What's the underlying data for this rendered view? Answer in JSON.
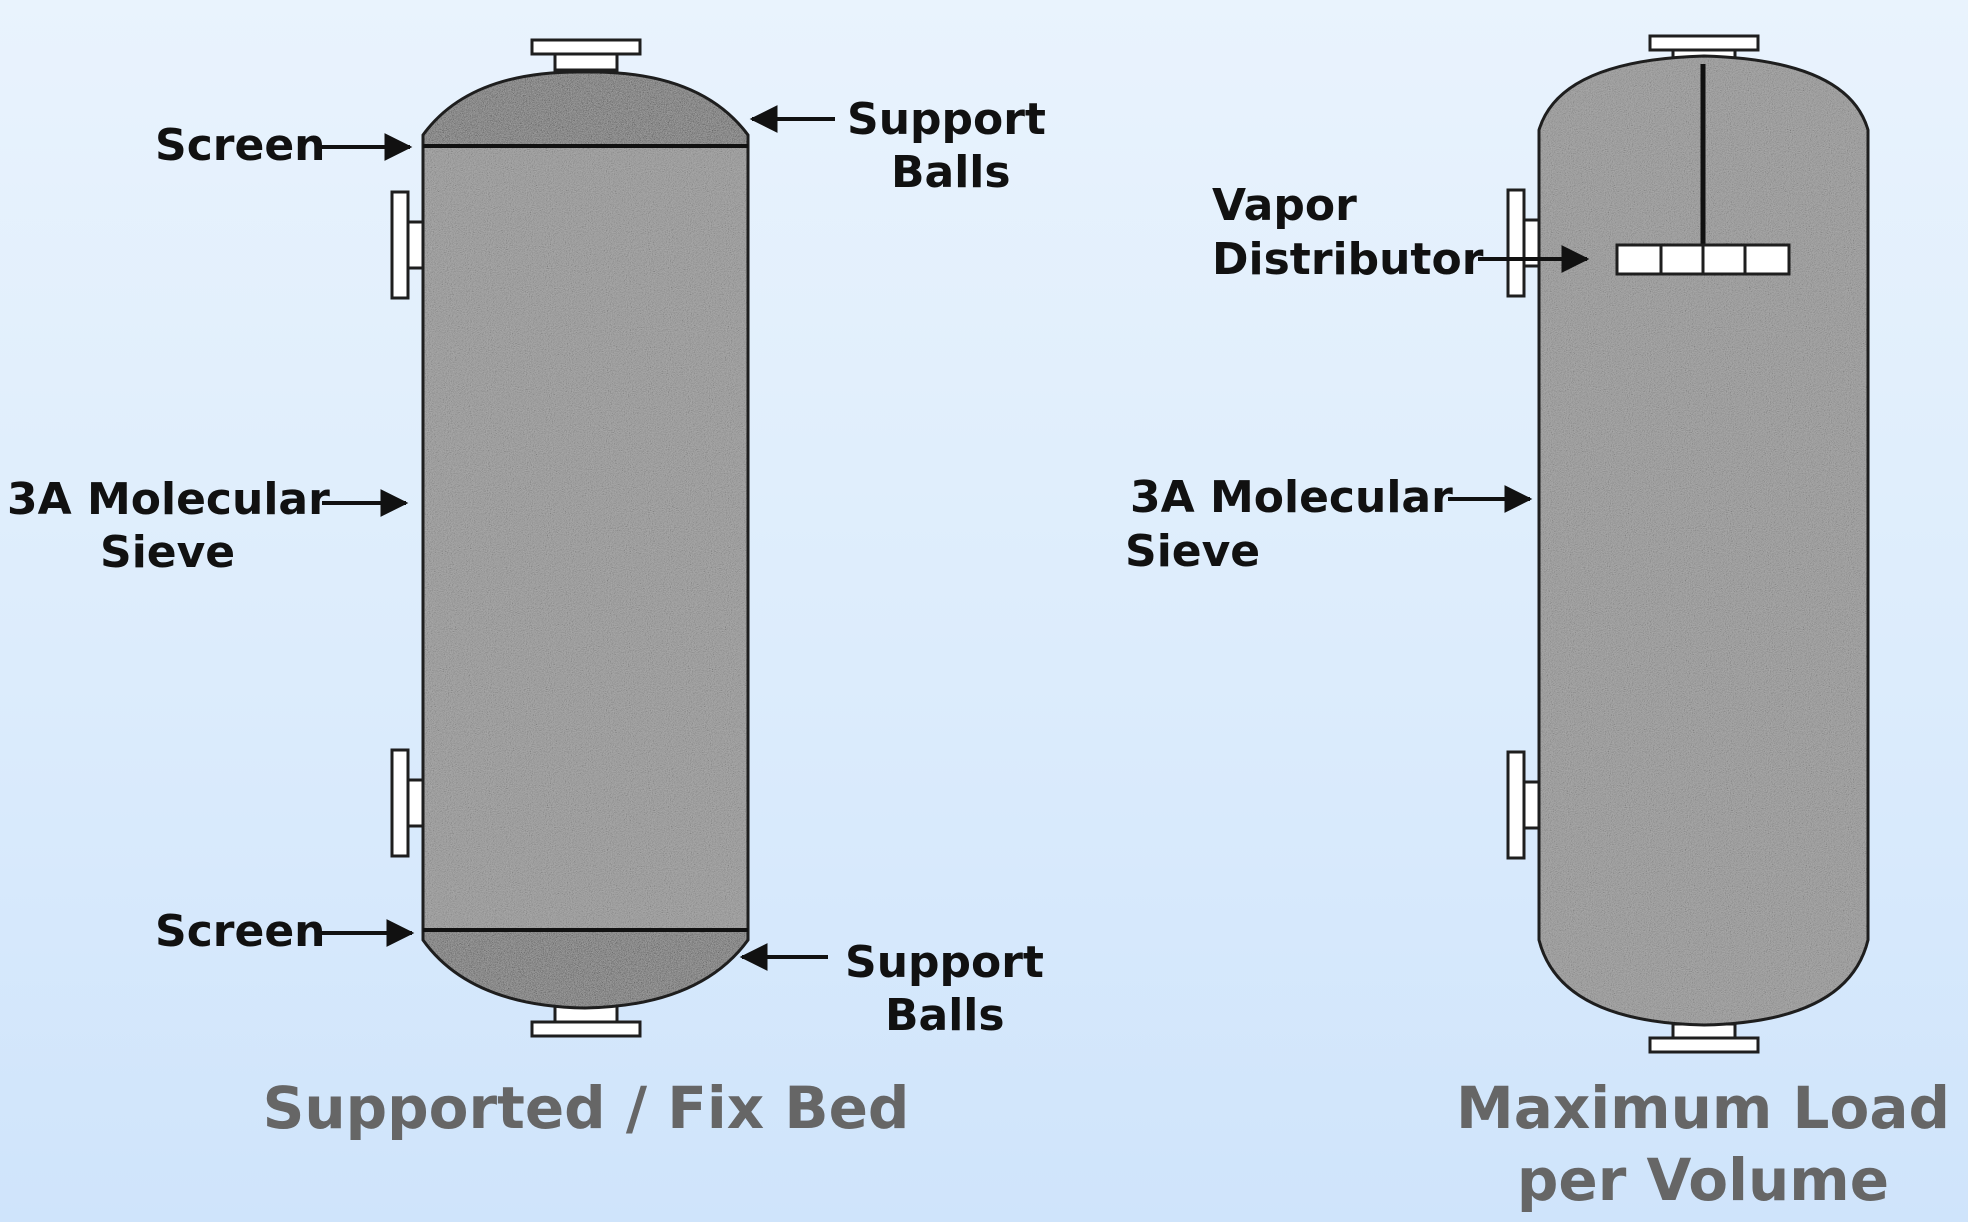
{
  "colors": {
    "background": "#dcecfc",
    "sieve_fill": "#a9a9a9",
    "outline": "#1e1e1e",
    "label_text": "#111111",
    "caption_text": "#666666"
  },
  "left_vessel": {
    "caption": "Supported / Fix Bed",
    "labels": {
      "screen_top": "Screen",
      "support_balls_top_line1": "Support",
      "support_balls_top_line2": "Balls",
      "sieve_line1": "3A Molecular",
      "sieve_line2": "Sieve",
      "screen_bottom": "Screen",
      "support_balls_bottom_line1": "Support",
      "support_balls_bottom_line2": "Balls"
    }
  },
  "right_vessel": {
    "caption_line1": "Maximum Load",
    "caption_line2": "per Volume",
    "labels": {
      "vapor_distributor_line1": "Vapor",
      "vapor_distributor_line2": "Distributor",
      "sieve_line1": "3A Molecular",
      "sieve_line2": "Sieve"
    }
  }
}
